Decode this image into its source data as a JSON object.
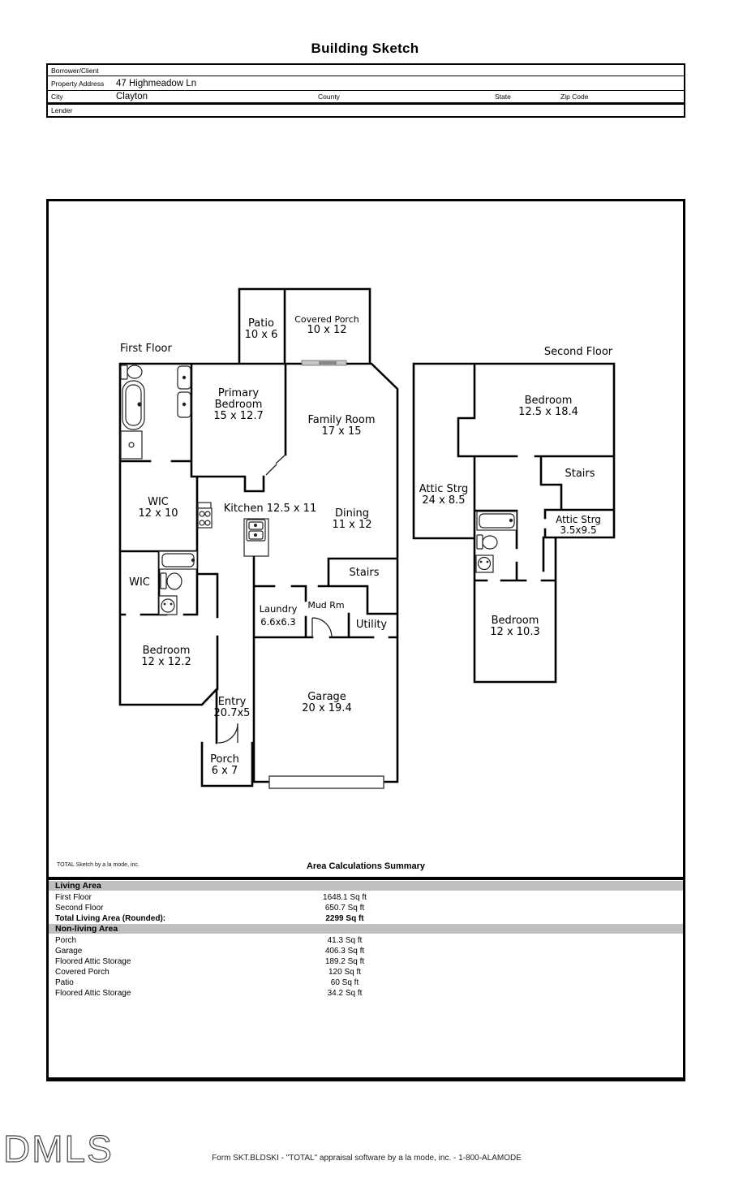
{
  "title": "Building Sketch",
  "form": {
    "borrower_label": "Borrower/Client",
    "property_address_label": "Property Address",
    "property_address_value": "47 Highmeadow Ln",
    "city_label": "City",
    "city_value": "Clayton",
    "county_label": "County",
    "state_label": "State",
    "zip_label": "Zip Code",
    "lender_label": "Lender"
  },
  "sketch": {
    "first_floor": {
      "label": "First Floor",
      "patio": [
        "Patio",
        "10 x 6"
      ],
      "covered_porch": [
        "Covered Porch",
        "10 x 12"
      ],
      "primary_bedroom": [
        "Primary",
        "Bedroom",
        "15 x 12.7"
      ],
      "family_room": [
        "Family Room",
        "17 x 15"
      ],
      "wic_upper": [
        "WIC",
        "12 x 10"
      ],
      "kitchen": [
        "Kitchen 12.5 x 11"
      ],
      "dining": [
        "Dining",
        "11 x 12"
      ],
      "stairs": [
        "Stairs"
      ],
      "wic_lower": [
        "WIC"
      ],
      "laundry": [
        "Laundry",
        "6.6x6.3"
      ],
      "mud_room": [
        "Mud Rm"
      ],
      "utility": [
        "Utility"
      ],
      "bedroom": [
        "Bedroom",
        "12 x 12.2"
      ],
      "entry": [
        "Entry",
        "20.7x5"
      ],
      "garage": [
        "Garage",
        "20 x 19.4"
      ],
      "porch": [
        "Porch",
        "6 x 7"
      ]
    },
    "second_floor": {
      "label": "Second Floor",
      "bedroom_large": [
        "Bedroom",
        "12.5 x 18.4"
      ],
      "stairs": [
        "Stairs"
      ],
      "attic_left": [
        "Attic Strg",
        "24 x 8.5"
      ],
      "attic_small": [
        "Attic Strg",
        "3.5x9.5"
      ],
      "bedroom_small": [
        "Bedroom",
        "12 x 10.3"
      ]
    }
  },
  "summary": {
    "branding": "TOTAL Sketch by a la mode, inc.",
    "title": "Area Calculations Summary",
    "living_header": "Living Area",
    "living_rows": [
      {
        "label": "First Floor",
        "value": "1648.1 Sq ft"
      },
      {
        "label": "Second Floor",
        "value": "650.7 Sq ft"
      }
    ],
    "total_row": {
      "label": "Total Living Area (Rounded):",
      "value": "2299 Sq ft"
    },
    "nonliving_header": "Non-living Area",
    "nonliving_rows": [
      {
        "label": "Porch",
        "value": "41.3 Sq ft"
      },
      {
        "label": "Garage",
        "value": "406.3 Sq ft"
      },
      {
        "label": "Floored Attic Storage",
        "value": "189.2 Sq ft"
      },
      {
        "label": "Covered Porch",
        "value": "120 Sq ft"
      },
      {
        "label": "Patio",
        "value": "60 Sq ft"
      },
      {
        "label": "Floored Attic Storage",
        "value": "34.2 Sq ft"
      }
    ]
  },
  "footer": {
    "logo": "DMLS",
    "text": "Form SKT.BLDSKI - \"TOTAL\" appraisal software by a la mode, inc. - 1-800-ALAMODE"
  }
}
